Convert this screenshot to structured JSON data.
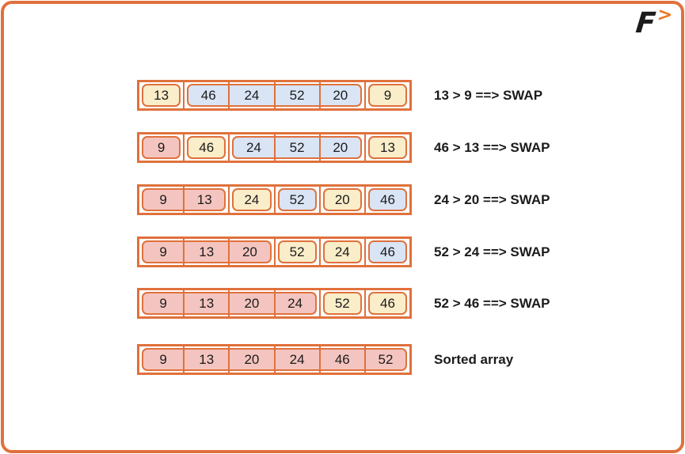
{
  "colors": {
    "orange": "#E0713C",
    "orange_bright": "#EE7623",
    "yellow": "#FAEDC9",
    "blue": "#D9E4F5",
    "pink": "#F4C5C0",
    "ink": "#1B1B1B"
  },
  "logo": {
    "letter": "F",
    "arrow": ">"
  },
  "steps": [
    {
      "label": "13 > 9 ==> SWAP",
      "cells": [
        {
          "value": "13",
          "color": "yellow",
          "group": "single"
        },
        {
          "value": "46",
          "color": "blue",
          "group": "left"
        },
        {
          "value": "24",
          "color": "blue",
          "group": "middle"
        },
        {
          "value": "52",
          "color": "blue",
          "group": "middle"
        },
        {
          "value": "20",
          "color": "blue",
          "group": "right"
        },
        {
          "value": "9",
          "color": "yellow",
          "group": "single"
        }
      ]
    },
    {
      "label": "46 > 13 ==> SWAP",
      "cells": [
        {
          "value": "9",
          "color": "pink",
          "group": "single"
        },
        {
          "value": "46",
          "color": "yellow",
          "group": "single"
        },
        {
          "value": "24",
          "color": "blue",
          "group": "left"
        },
        {
          "value": "52",
          "color": "blue",
          "group": "middle"
        },
        {
          "value": "20",
          "color": "blue",
          "group": "right"
        },
        {
          "value": "13",
          "color": "yellow",
          "group": "single"
        }
      ]
    },
    {
      "label": "24 > 20 ==> SWAP",
      "cells": [
        {
          "value": "9",
          "color": "pink",
          "group": "left"
        },
        {
          "value": "13",
          "color": "pink",
          "group": "right"
        },
        {
          "value": "24",
          "color": "yellow",
          "group": "single"
        },
        {
          "value": "52",
          "color": "blue",
          "group": "single"
        },
        {
          "value": "20",
          "color": "yellow",
          "group": "single"
        },
        {
          "value": "46",
          "color": "blue",
          "group": "single"
        }
      ]
    },
    {
      "label": "52 > 24 ==> SWAP",
      "cells": [
        {
          "value": "9",
          "color": "pink",
          "group": "left"
        },
        {
          "value": "13",
          "color": "pink",
          "group": "middle"
        },
        {
          "value": "20",
          "color": "pink",
          "group": "right"
        },
        {
          "value": "52",
          "color": "yellow",
          "group": "single"
        },
        {
          "value": "24",
          "color": "yellow",
          "group": "single"
        },
        {
          "value": "46",
          "color": "blue",
          "group": "single"
        }
      ]
    },
    {
      "label": "52 > 46 ==> SWAP",
      "cells": [
        {
          "value": "9",
          "color": "pink",
          "group": "left"
        },
        {
          "value": "13",
          "color": "pink",
          "group": "middle"
        },
        {
          "value": "20",
          "color": "pink",
          "group": "middle"
        },
        {
          "value": "24",
          "color": "pink",
          "group": "right"
        },
        {
          "value": "52",
          "color": "yellow",
          "group": "single"
        },
        {
          "value": "46",
          "color": "yellow",
          "group": "single"
        }
      ]
    },
    {
      "label": "Sorted array",
      "cells": [
        {
          "value": "9",
          "color": "pink",
          "group": "left"
        },
        {
          "value": "13",
          "color": "pink",
          "group": "middle"
        },
        {
          "value": "20",
          "color": "pink",
          "group": "middle"
        },
        {
          "value": "24",
          "color": "pink",
          "group": "middle"
        },
        {
          "value": "46",
          "color": "pink",
          "group": "middle"
        },
        {
          "value": "52",
          "color": "pink",
          "group": "right"
        }
      ]
    }
  ]
}
